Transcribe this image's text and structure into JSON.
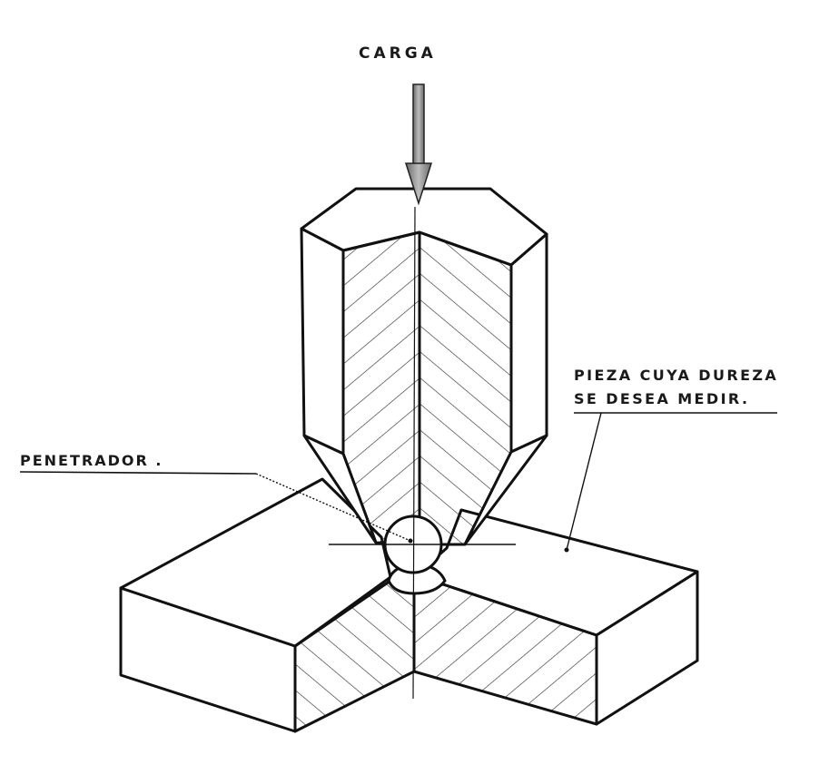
{
  "labels": {
    "load": "CARGA",
    "indenter": "PENETRADOR .",
    "workpiece_line1": "PIEZA CUYA DUREZA",
    "workpiece_line2": "SE DESEA MEDIR."
  }
}
